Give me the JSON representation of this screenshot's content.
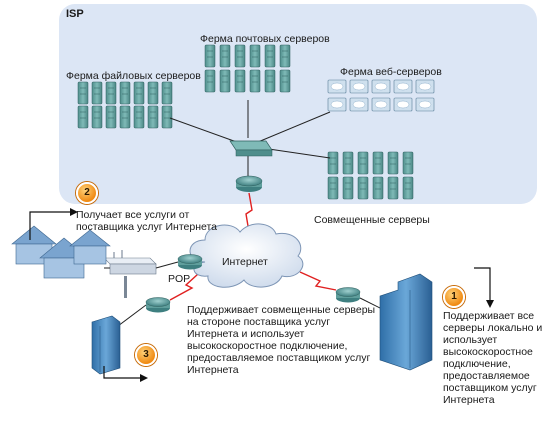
{
  "isp_label": "ISP",
  "farms": {
    "mail": "Ферма почтовых серверов",
    "file": "Ферма файловых серверов",
    "web": "Ферма веб-серверов",
    "combined": "Совмещенные серверы"
  },
  "internet_label": "Интернет",
  "pop_label": "POP",
  "scenarios": [
    {
      "number": "2",
      "text": "Получает все услуги от поставщика услуг Интернета"
    },
    {
      "number": "1",
      "text": "Поддерживает все серверы локально и использует высокоскоростное подключение, предоставляемое поставщиком услуг Интернета"
    },
    {
      "number": "3",
      "text": "Поддерживает совмещенные серверы на стороне поставщика услуг Интернета и использует высокоскоростное подключение, предоставляемое поставщиком услуг Интернета"
    }
  ],
  "colors": {
    "isp_bg": "#dce6f5",
    "server": "#5f9e9c",
    "badge": "#f08a12",
    "wan_link": "#e02020",
    "cloud": "#eef3fa"
  }
}
